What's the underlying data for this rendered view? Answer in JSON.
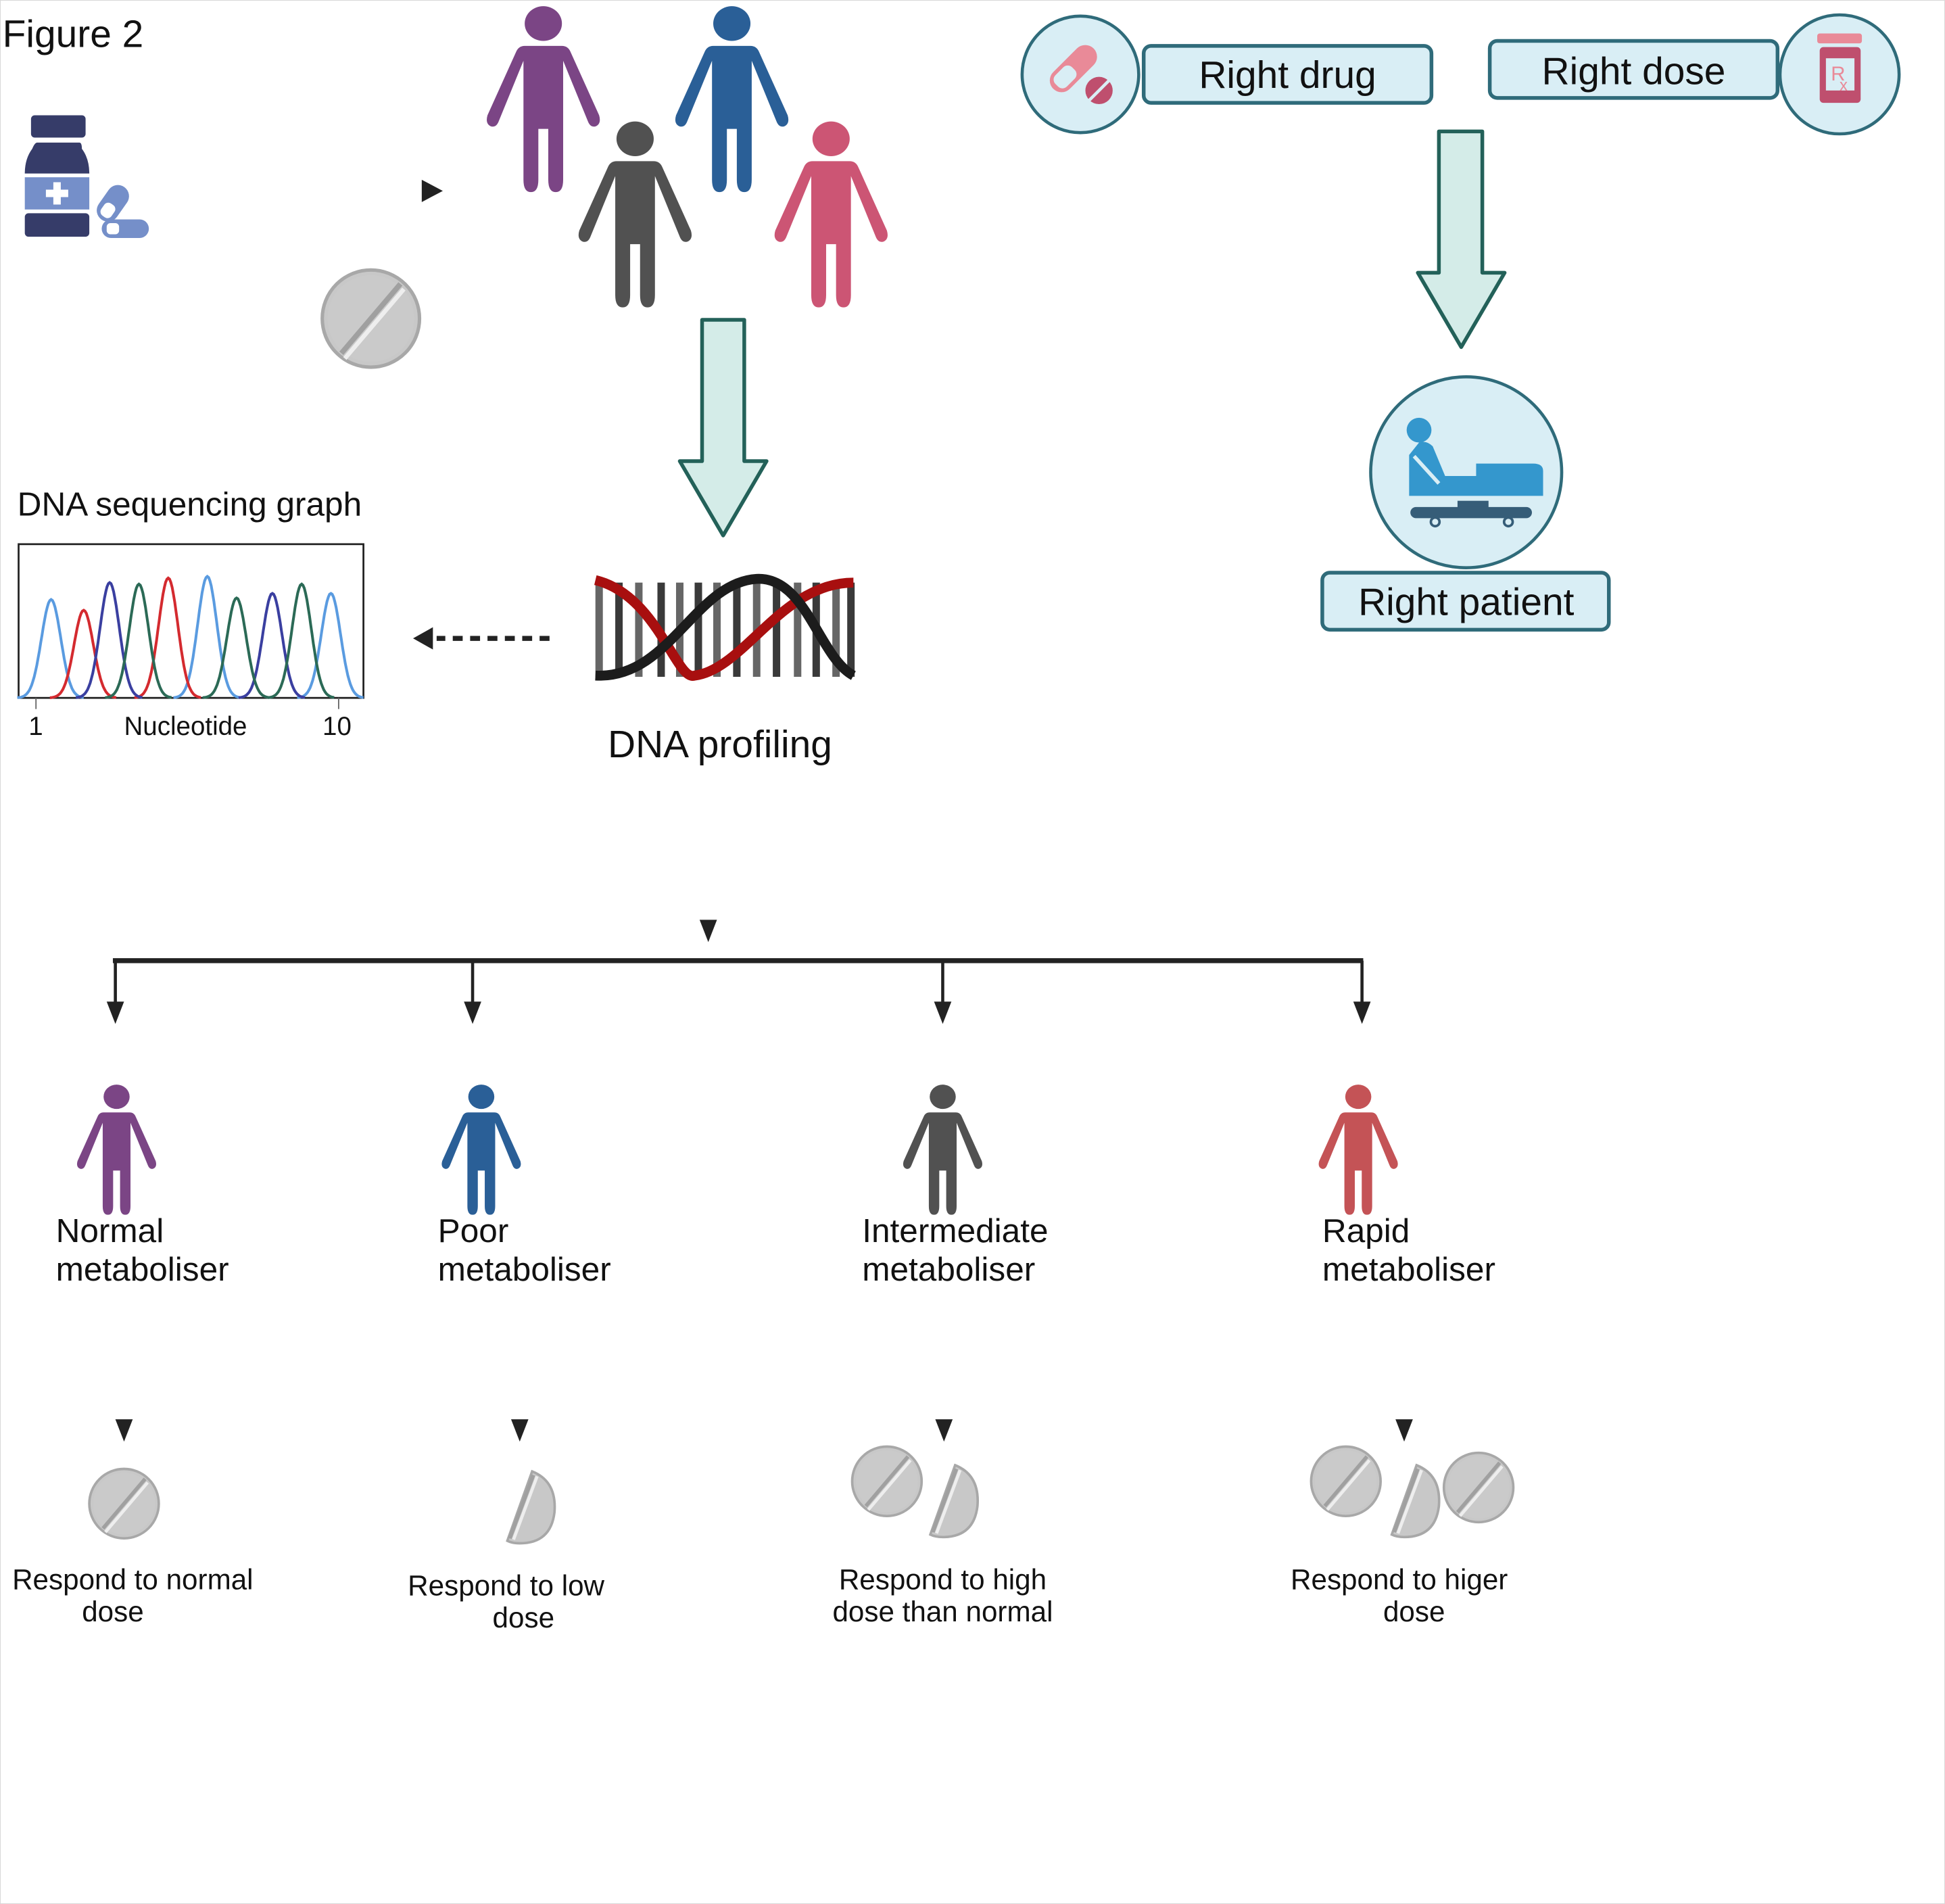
{
  "figure": {
    "title": "Figure 2"
  },
  "top_left": {
    "medication_icon": "medicine-bottle-and-capsules-icon",
    "tablet_icon": "tablet-icon",
    "population_icon": "four-people-icon"
  },
  "center": {
    "dna_label": "DNA profiling",
    "dna_icon": "dna-double-helix-icon"
  },
  "sequencing_graph": {
    "title": "DNA sequencing graph",
    "xlabel": "Nucleotide",
    "tick_start": "1",
    "tick_end": "10"
  },
  "right_panel": {
    "right_drug": "Right drug",
    "right_dose": "Right dose",
    "right_patient": "Right patient",
    "drug_icon": "capsule-and-tablet-icon",
    "dose_icon": "prescription-bottle-icon",
    "patient_icon": "patient-bed-icon"
  },
  "phenotypes": [
    {
      "line1": "Normal",
      "line2": "metaboliser",
      "response1": "Respond to normal",
      "response2": "dose",
      "color": "#7b4585",
      "pills_full": 1,
      "pills_half": 0
    },
    {
      "line1": "Poor",
      "line2": "metaboliser",
      "response1": "Respond to low",
      "response2": "dose",
      "color": "#2a5f97",
      "pills_full": 0,
      "pills_half": 1
    },
    {
      "line1": "Intermediate",
      "line2": "metaboliser",
      "response1": "Respond to high",
      "response2": "dose than normal",
      "color": "#515151",
      "pills_full": 1,
      "pills_half": 1
    },
    {
      "line1": "Rapid",
      "line2": "metaboliser",
      "response1": "Respond to higer",
      "response2": "dose",
      "color": "#c45356",
      "pills_full": 2,
      "pills_half": 1
    }
  ],
  "colors": {
    "purple": "#7b4585",
    "blue": "#2a5f97",
    "gray": "#515151",
    "pink": "#cc5574",
    "red": "#c45356",
    "box_fill": "#d9eef5",
    "box_stroke": "#2f6b7a",
    "arrow_fill": "#d4ece8",
    "arrow_stroke": "#236159",
    "icon_pink_light": "#e98a98",
    "icon_pink_dark": "#bf4f6e",
    "icon_navy": "#363c69",
    "icon_periwinkle": "#758fc9",
    "patient_blue": "#3497cd",
    "bed_dark": "#365d78"
  },
  "chart_data": {
    "type": "line",
    "title": "DNA sequencing graph",
    "xlabel": "Nucleotide",
    "ylabel": "",
    "x_ticks": [
      "1",
      "10"
    ],
    "grid": false,
    "series": [
      {
        "name": "light-blue",
        "color": "#5a9be0",
        "peaks": [
          {
            "x": 1.5,
            "h": 0.64
          },
          {
            "x": 6.3,
            "h": 0.79
          },
          {
            "x": 10.1,
            "h": 0.68
          }
        ]
      },
      {
        "name": "red",
        "color": "#d42a2f",
        "peaks": [
          {
            "x": 2.5,
            "h": 0.57
          },
          {
            "x": 5.1,
            "h": 0.78
          }
        ]
      },
      {
        "name": "navy",
        "color": "#3a3fa0",
        "peaks": [
          {
            "x": 3.3,
            "h": 0.75
          },
          {
            "x": 8.3,
            "h": 0.68
          }
        ]
      },
      {
        "name": "green",
        "color": "#2b6a56",
        "peaks": [
          {
            "x": 4.2,
            "h": 0.74
          },
          {
            "x": 7.2,
            "h": 0.65
          },
          {
            "x": 9.2,
            "h": 0.74
          }
        ]
      }
    ],
    "x_range": [
      0.5,
      11.1
    ],
    "y_range": [
      0,
      1
    ]
  }
}
